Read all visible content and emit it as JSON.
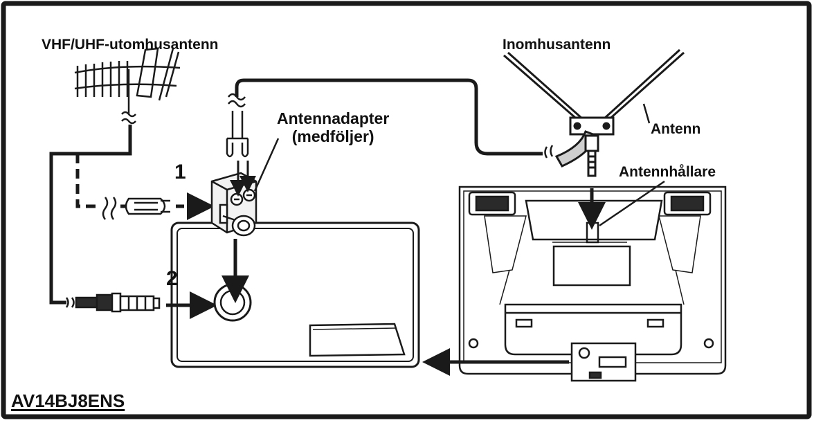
{
  "labels": {
    "outdoor_antenna": "VHF/UHF-utomhusantenn",
    "indoor_antenna": "Inomhusantenn",
    "antenna": "Antenn",
    "adapter_line1": "Antennadapter",
    "adapter_line2": "(medföljer)",
    "antenna_holder": "Antennhållare",
    "step_1": "1",
    "step_2": "2",
    "model": "AV14BJ8ENS"
  },
  "colors": {
    "line": "#1a1a1a",
    "background": "#ffffff",
    "fill_light": "#f2f2f2",
    "fill_dark": "#2a2a2a"
  }
}
